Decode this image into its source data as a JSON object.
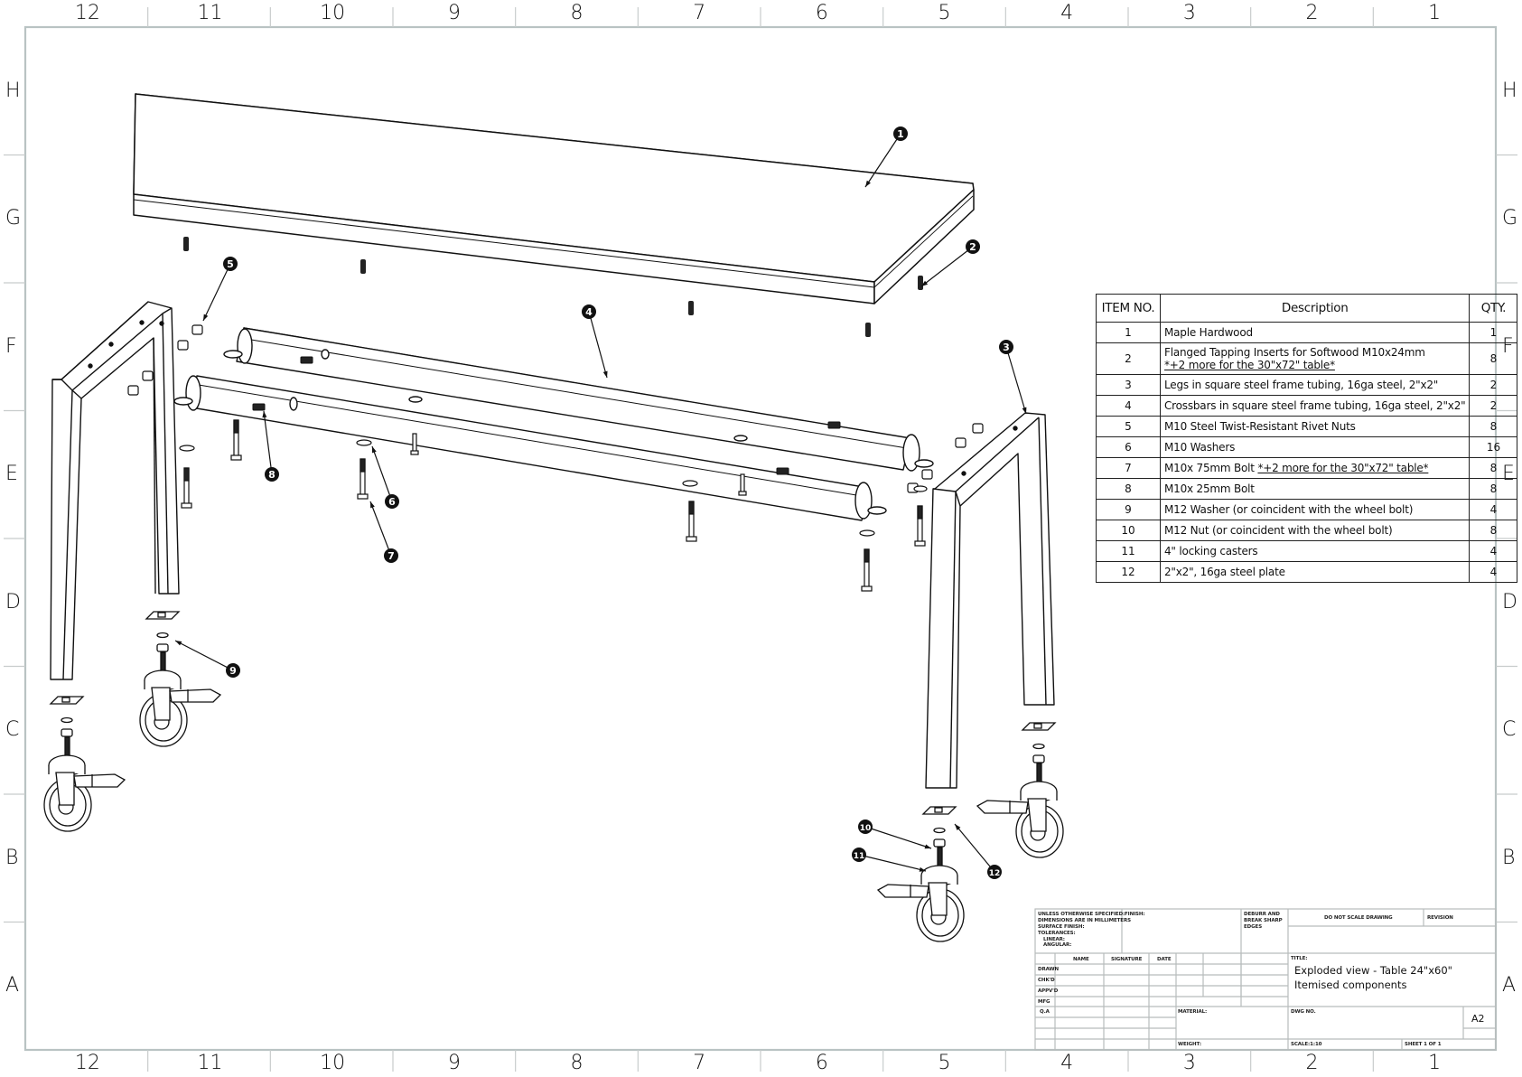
{
  "frame": {
    "column_labels": [
      "12",
      "11",
      "10",
      "9",
      "8",
      "7",
      "6",
      "5",
      "4",
      "3",
      "2",
      "1"
    ],
    "row_labels": [
      "H",
      "G",
      "F",
      "E",
      "D",
      "C",
      "B",
      "A"
    ]
  },
  "callouts": [
    {
      "id": "1",
      "part": "Maple Hardwood"
    },
    {
      "id": "2",
      "part": "Flanged Tapping Inserts"
    },
    {
      "id": "3",
      "part": "Legs"
    },
    {
      "id": "4",
      "part": "Crossbars"
    },
    {
      "id": "5",
      "part": "Rivet Nuts"
    },
    {
      "id": "6",
      "part": "M10 Washers"
    },
    {
      "id": "7",
      "part": "M10x 75mm Bolt"
    },
    {
      "id": "8",
      "part": "M10x 25mm Bolt"
    },
    {
      "id": "9",
      "part": "M12 Washer"
    },
    {
      "id": "10",
      "part": "M12 Nut"
    },
    {
      "id": "11",
      "part": "4\" locking casters"
    },
    {
      "id": "12",
      "part": "steel plate"
    }
  ],
  "bom": {
    "headers": {
      "item_no": "ITEM NO.",
      "description": "Description",
      "qty": "QTY."
    },
    "rows": [
      {
        "item": "1",
        "description": "Maple Hardwood",
        "note": "",
        "qty": "1"
      },
      {
        "item": "2",
        "description": "Flanged Tapping Inserts for Softwood M10x24mm",
        "note": "*+2 more for the 30\"x72\" table*",
        "qty": "8"
      },
      {
        "item": "3",
        "description": "Legs in square steel frame tubing, 16ga steel, 2\"x2\"",
        "note": "",
        "qty": "2"
      },
      {
        "item": "4",
        "description": "Crossbars in square steel frame tubing, 16ga steel, 2\"x2\"",
        "note": "",
        "qty": "2"
      },
      {
        "item": "5",
        "description": "M10 Steel Twist-Resistant Rivet Nuts",
        "note": "",
        "qty": "8"
      },
      {
        "item": "6",
        "description": "M10 Washers",
        "note": "",
        "qty": "16"
      },
      {
        "item": "7",
        "description": "M10x 75mm Bolt ",
        "note": "*+2 more for the 30\"x72\" table*",
        "qty": "8"
      },
      {
        "item": "8",
        "description": "M10x 25mm Bolt",
        "note": "",
        "qty": "8"
      },
      {
        "item": "9",
        "description": "M12 Washer (or coincident with the wheel bolt)",
        "note": "",
        "qty": "4"
      },
      {
        "item": "10",
        "description": "M12 Nut (or coincident with the wheel bolt)",
        "note": "",
        "qty": "8"
      },
      {
        "item": "11",
        "description": "4\" locking casters",
        "note": "",
        "qty": "4"
      },
      {
        "item": "12",
        "description": "2\"x2\", 16ga steel plate",
        "note": "",
        "qty": "4"
      }
    ]
  },
  "title_block": {
    "spec_lines": [
      "UNLESS OTHERWISE SPECIFIED:",
      "DIMENSIONS ARE IN MILLIMETERS",
      "SURFACE FINISH:",
      "TOLERANCES:",
      "  LINEAR:",
      "  ANGULAR:"
    ],
    "finish": "FINISH:",
    "deburr": [
      "DEBURR AND",
      "BREAK SHARP",
      "EDGES"
    ],
    "do_not_scale": "DO NOT SCALE DRAWING",
    "revision": "REVISION",
    "col_headers": {
      "name": "NAME",
      "signature": "SIGNATURE",
      "date": "DATE"
    },
    "row_labels": [
      "DRAWN",
      "CHK'D",
      "APPV'D",
      "MFG",
      "Q.A"
    ],
    "material": "MATERIAL:",
    "weight": "WEIGHT:",
    "title_label": "TITLE:",
    "title_lines": [
      "Exploded view - Table 24\"x60\"",
      "Itemised components"
    ],
    "dwg_no": "DWG NO.",
    "sheet_size": "A2",
    "scale": "SCALE:1:10",
    "sheet": "SHEET 1 OF 1"
  }
}
